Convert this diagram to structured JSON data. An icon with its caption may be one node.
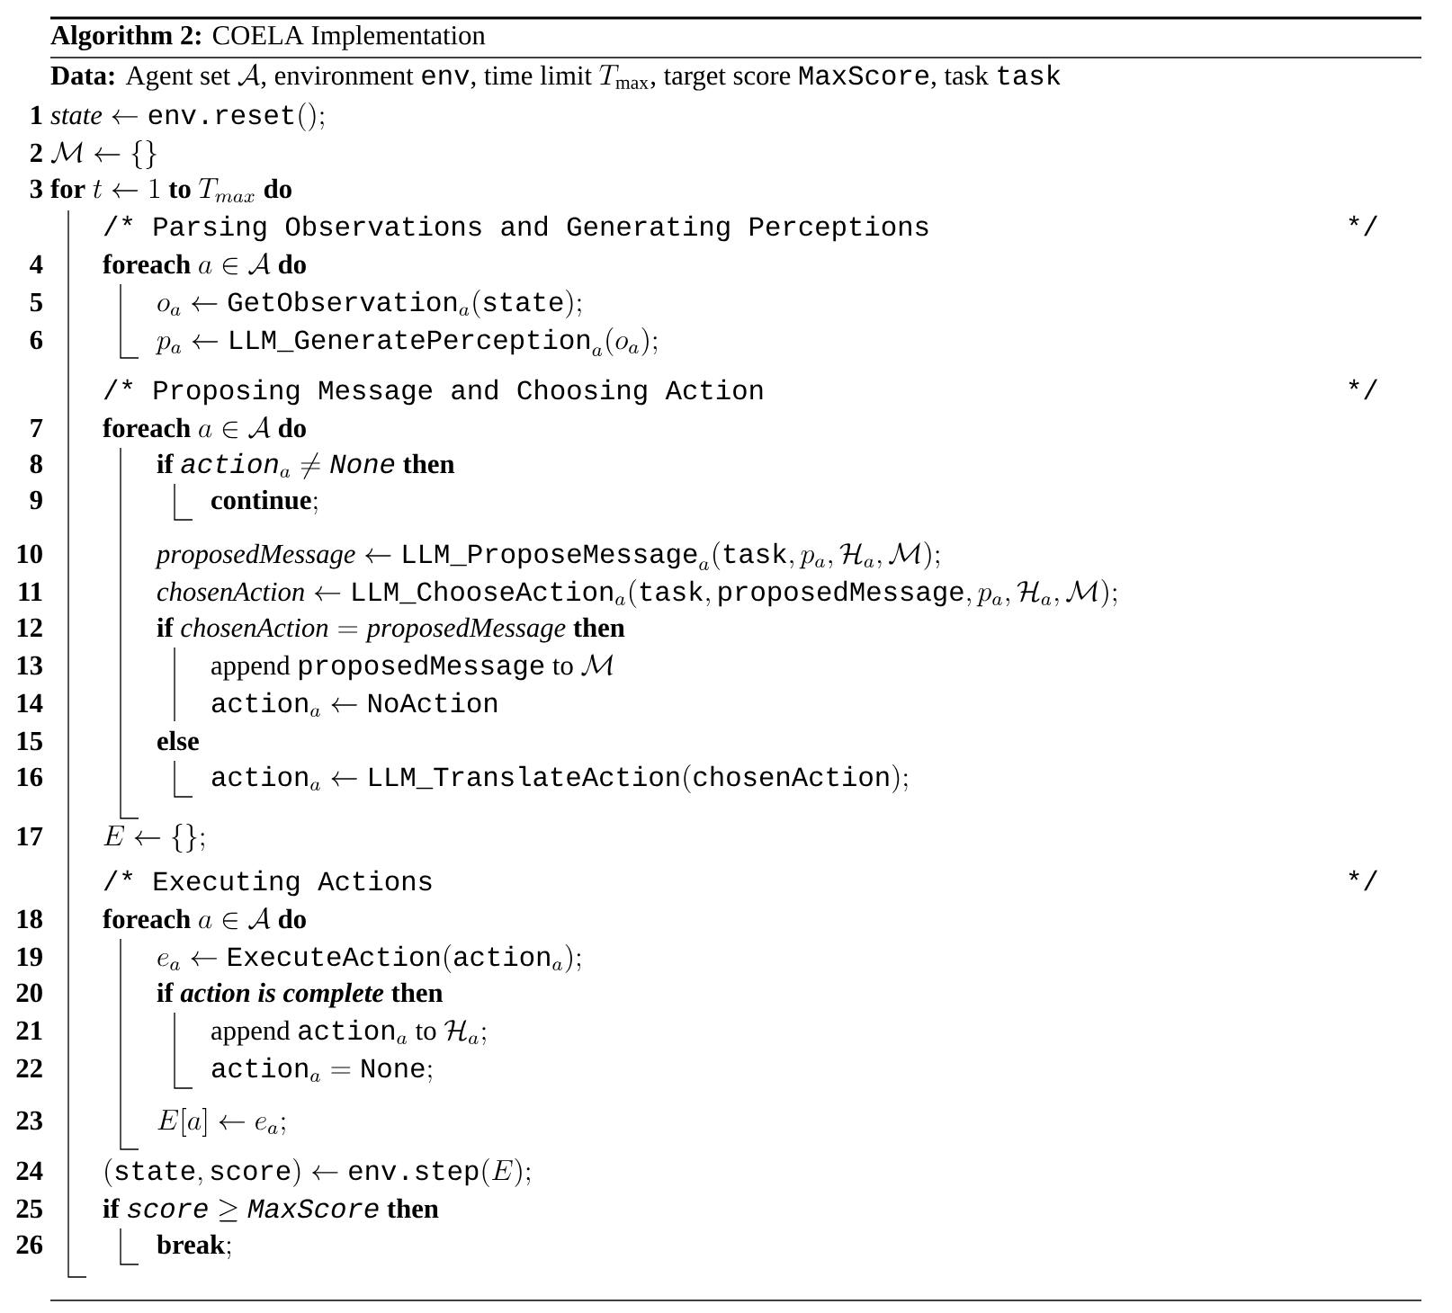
{
  "diagram": {
    "title": "**Algorithm 2:** COELA Implementation",
    "labels": [
      "\\textbf{Data: }\\text{Agent set }\\mathcal{A}\\text{, environment }\\texttt{env}\\text{, time limit }T_{\\max}\\text{, target score }\\texttt{MaxScore}\\text{, task }\\texttt{task}",
      "1",
      "\\mathit{state} \\leftarrow \\texttt{env.reset}();",
      "2",
      "\\mathcal{M} \\leftarrow \\{\\}",
      "3",
      "\\textbf{for } t \\leftarrow 1 \\textbf{ to } T_{max} \\textbf{ do}",
      "/* Parsing Observations and Generating Perceptions",
      "*/",
      "4",
      "\\textbf{foreach } a \\in \\mathcal{A} \\textbf{ do}",
      "5",
      "o_a \\leftarrow \\texttt{GetObservation}_a(\\texttt{state});",
      "6",
      "p_a \\leftarrow \\texttt{LLM\\_GeneratePerception}_a(o_a);",
      "/* Proposing Message and Choosing Action",
      "*/",
      "7",
      "\\textbf{foreach } a \\in \\mathcal{A} \\textbf{ do}",
      "8",
      "\\textbf{if } \\texttt{\\textit{action}}_a \\neq \\texttt{\\textit{None}} \\textbf{ then}",
      "9",
      "\\textbf{continue};",
      "10",
      "\\mathit{proposedMessage} \\leftarrow \\texttt{LLM\\_ProposeMessage}_a(\\texttt{task}, p_a, \\mathcal{H}_a, \\mathcal{M});",
      "11",
      "\\mathit{chosenAction} \\leftarrow \\texttt{LLM\\_ChooseAction}_a(\\texttt{task}, \\texttt{proposedMessage}, p_a, \\mathcal{H}_a, \\mathcal{M});",
      "12",
      "\\textbf{if } \\mathit{chosenAction} = \\mathit{proposedMessage} \\textbf{ then}",
      "13",
      "\\text{append } \\texttt{proposedMessage} \\text{ to } \\mathcal{M}",
      "14",
      "\\texttt{action}_a \\leftarrow \\texttt{NoAction}",
      "15",
      "\\textbf{else}",
      "16",
      "\\texttt{action}_a \\leftarrow \\texttt{LLM\\_TranslateAction}(\\texttt{chosenAction});",
      "17",
      "E \\leftarrow \\{\\};",
      "/* Executing Actions",
      "*/",
      "18",
      "\\textbf{foreach } a \\in \\mathcal{A} \\textbf{ do}",
      "19",
      "e_a \\leftarrow \\texttt{ExecuteAction}(\\texttt{action}_a);",
      "20",
      "\\textbf{if \\textit{action is complete} then}",
      "21",
      "\\text{append } \\texttt{action}_a \\text{ to } \\mathcal{H}_a;",
      "22",
      "\\texttt{action}_a = \\texttt{None};",
      "23",
      "E[a] \\leftarrow e_a;",
      "24",
      "(\\texttt{state}, \\texttt{score}) \\leftarrow \\texttt{env.step}(E);",
      "25",
      "\\textbf{if } \\texttt{\\textit{score}} \\geq \\texttt{\\textit{MaxScore}} \\textbf{ then}",
      "26",
      "\\textbf{break};"
    ]
  }
}
